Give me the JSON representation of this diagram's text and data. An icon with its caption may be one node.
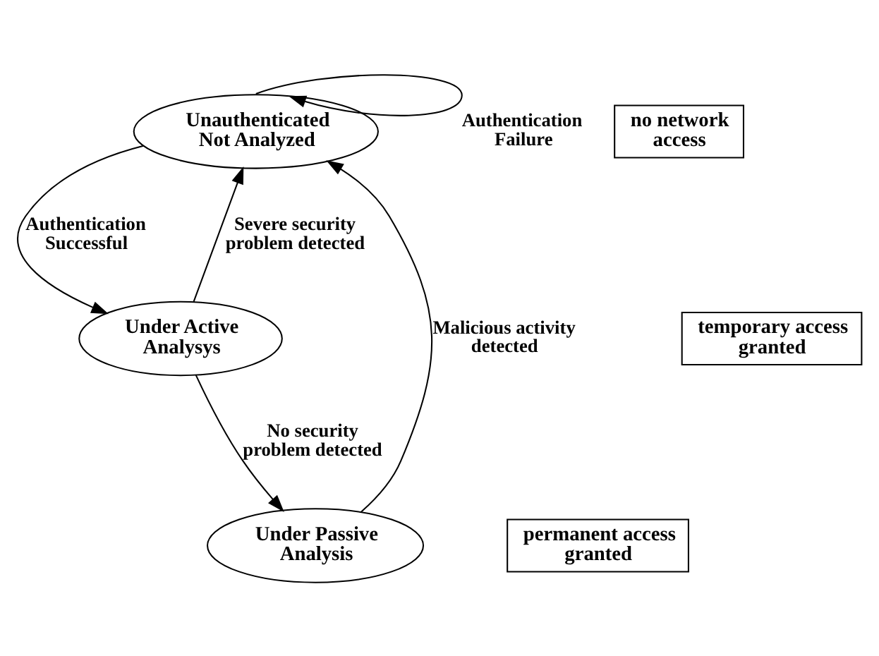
{
  "diagram": {
    "nodes": [
      {
        "text": [
          "Unauthenticated Not Analyzed"
        ]
      },
      {
        "text": [
          "Under Active Analysys"
        ]
      },
      {
        "text": [
          "Under Passive Analysis"
        ]
      },
      {
        "text": [
          "no network access"
        ]
      },
      {
        "text": [
          "temporary access granted"
        ]
      },
      {
        "text": [
          "permanent access granted"
        ]
      }
    ],
    "edges": [
      {
        "from": 0,
        "to": 0,
        "arrow": "to",
        "label": "Authentication Failure"
      },
      {
        "from": 0,
        "to": 1,
        "arrow": "to",
        "label": "Authentication Successful"
      },
      {
        "from": 1,
        "to": 0,
        "arrow": "to",
        "label": "Severe security problem detected"
      },
      {
        "from": 1,
        "to": 2,
        "arrow": "to",
        "label": "No security problem detected"
      },
      {
        "from": 2,
        "to": 0,
        "arrow": "to",
        "label": "Malicious activity detected"
      }
    ]
  }
}
